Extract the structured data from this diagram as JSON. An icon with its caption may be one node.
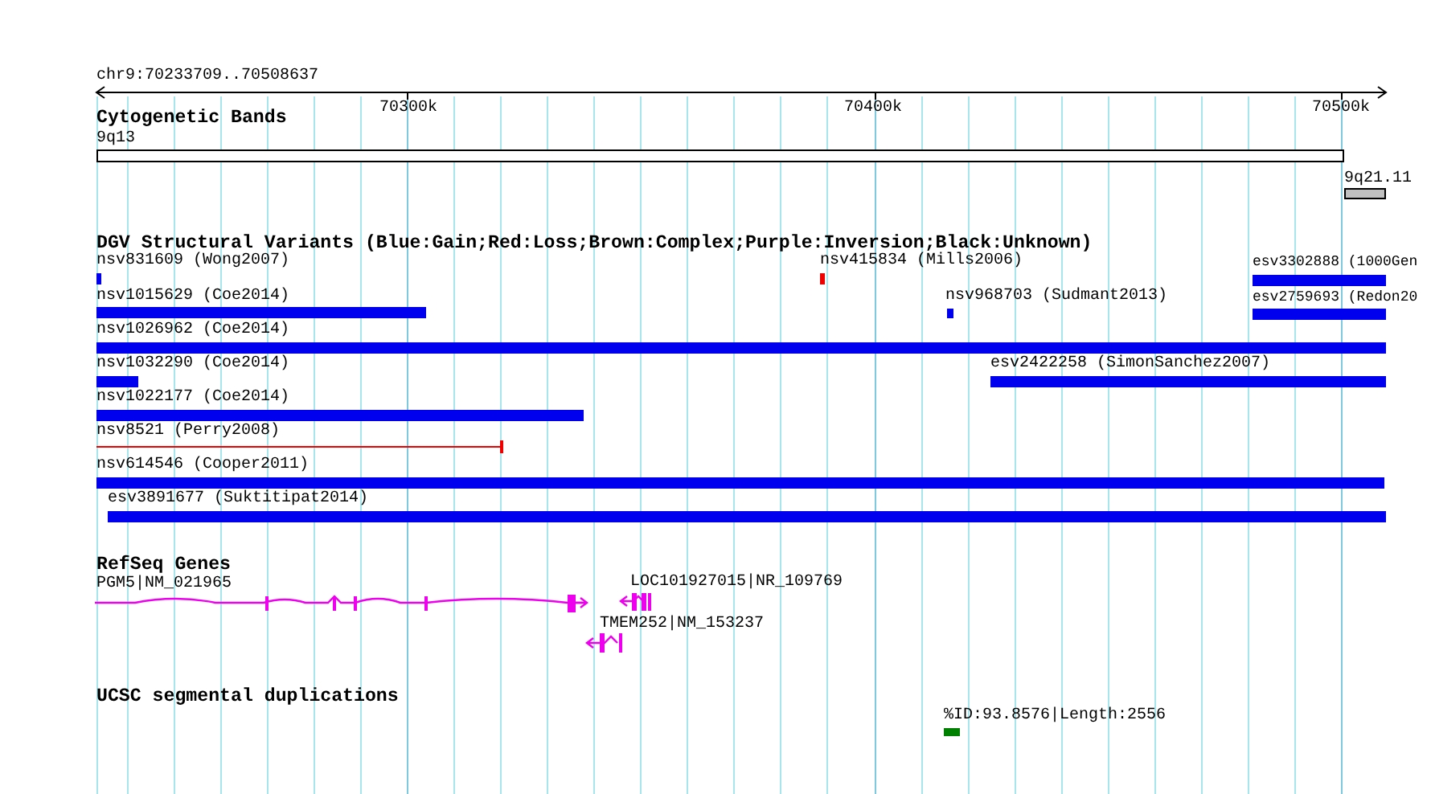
{
  "diagram": {
    "nodes": [
      {
        "text": [
          "9q13"
        ]
      },
      {
        "text": [
          "9q21.11"
        ]
      },
      {
        "text": [
          "nsv831609 (Wong2007)"
        ]
      },
      {
        "text": [
          "nsv415834 (Mills2006)"
        ]
      },
      {
        "text": [
          "esv3302888 (1000Gen"
        ]
      },
      {
        "text": [
          "nsv1015629 (Coe2014)"
        ]
      },
      {
        "text": [
          "nsv968703 (Sudmant2013)"
        ]
      },
      {
        "text": [
          "esv2759693 (Redon20"
        ]
      },
      {
        "text": [
          "nsv1026962 (Coe2014)"
        ]
      },
      {
        "text": [
          "nsv1032290 (Coe2014)"
        ]
      },
      {
        "text": [
          "esv2422258 (SimonSanchez2007)"
        ]
      },
      {
        "text": [
          "nsv1022177 (Coe2014)"
        ]
      },
      {
        "text": [
          "nsv8521 (Perry2008)"
        ]
      },
      {
        "text": [
          "nsv614546 (Cooper2011)"
        ]
      },
      {
        "text": [
          "esv3891677 (Suktitipat2014)"
        ]
      },
      {
        "text": [
          "PGM5|NM_021965"
        ]
      },
      {
        "text": [
          "LOC101927015|NR_109769"
        ]
      },
      {
        "text": [
          "TMEM252|NM_153237"
        ]
      },
      {
        "text": [
          "%ID:93.8576|Length:2556"
        ]
      }
    ],
    "labels": [
      "chr9:70233709..70508637",
      "70300k",
      "70400k",
      "70500k",
      "Cytogenetic Bands",
      "DGV Structural Variants (Blue:Gain;Red:Loss;Brown:Complex;Purple:Inversion;Black:Unknown)",
      "RefSeq Genes",
      "UCSC segmental duplications"
    ]
  }
}
